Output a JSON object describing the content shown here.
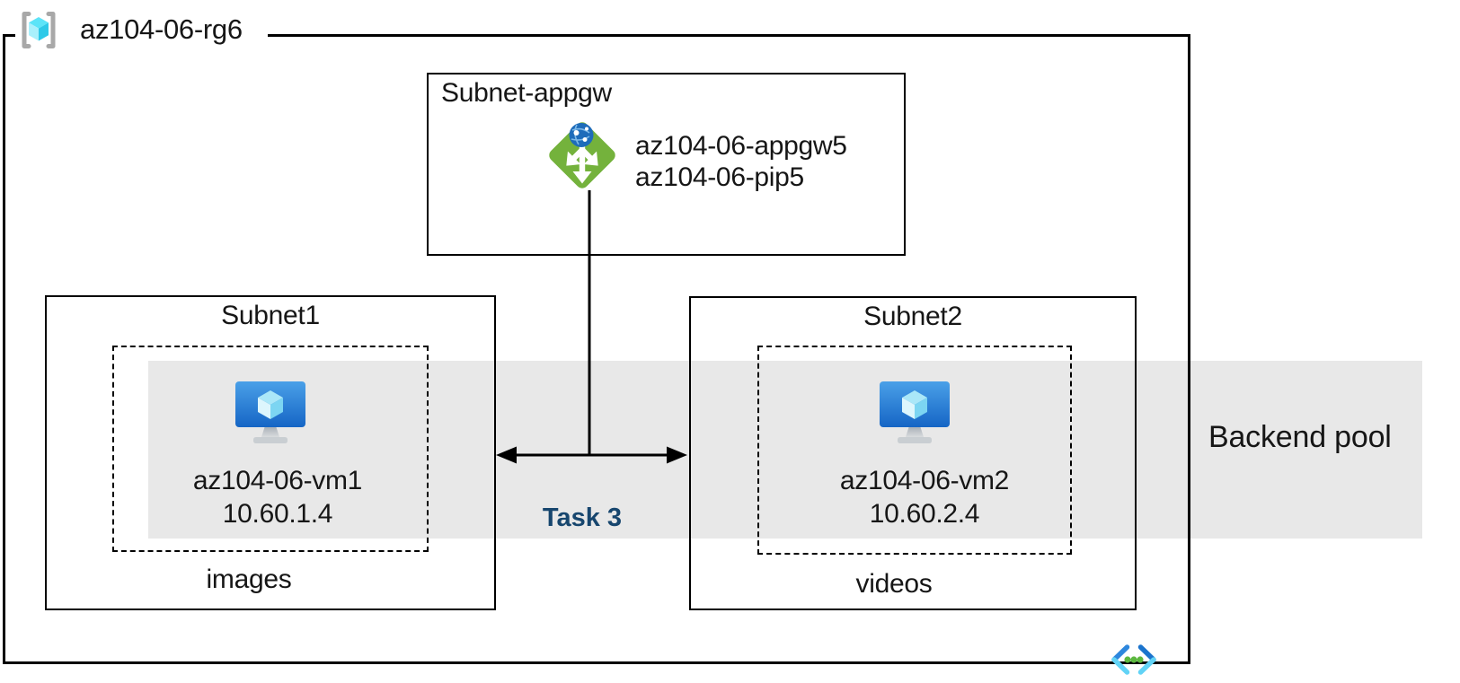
{
  "diagram": {
    "resource_group": {
      "name": "az104-06-rg6",
      "icon": "resource-group-icon"
    },
    "appgw_subnet": {
      "title": "Subnet-appgw",
      "gateway_name": "az104-06-appgw5",
      "public_ip_name": "az104-06-pip5",
      "icon": "application-gateway-icon"
    },
    "subnet1": {
      "title": "Subnet1",
      "vm_name": "az104-06-vm1",
      "vm_ip": "10.60.1.4",
      "caption": "images",
      "icon": "virtual-machine-icon"
    },
    "subnet2": {
      "title": "Subnet2",
      "vm_name": "az104-06-vm2",
      "vm_ip": "10.60.2.4",
      "caption": "videos",
      "icon": "virtual-machine-icon"
    },
    "backend_pool_label": "Backend pool",
    "task_label": "Task 3",
    "footer_icon": "virtual-network-icon",
    "colors": {
      "backend_band": "#e8e8e8",
      "task_text": "#17466e",
      "gateway_green": "#74b23c",
      "globe_blue": "#1e6cba",
      "vm_monitor_top": "#4aa0e8",
      "vm_monitor_bottom": "#1565c5",
      "rg_cube_cyan": "#5ce4f8",
      "vnet_blue": "#2e87dd",
      "vnet_cyan": "#62d3f6",
      "vnet_dot_green": "#5cb83e"
    }
  }
}
